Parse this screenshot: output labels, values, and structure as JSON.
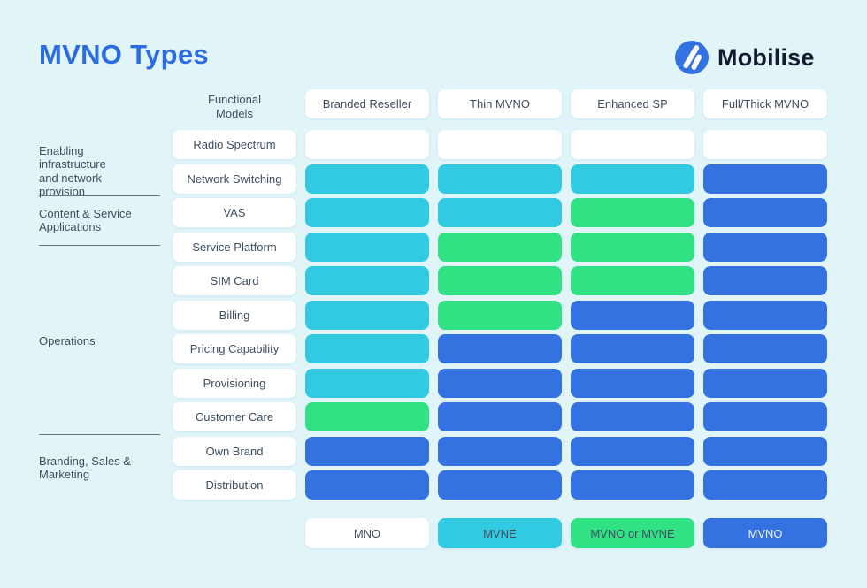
{
  "page": {
    "title": "MVNO Types"
  },
  "brand": {
    "name": "Mobilise",
    "icon": "mobilise-logo-icon"
  },
  "matrix": {
    "corner_label": "Functional\nModels",
    "columns": [
      "Branded Reseller",
      "Thin MVNO",
      "Enhanced SP",
      "Full/Thick MVNO"
    ],
    "rows": [
      {
        "label": "Radio Spectrum",
        "cells": [
          "mno",
          "mno",
          "mno",
          "mno"
        ]
      },
      {
        "label": "Network Switching",
        "cells": [
          "mvne",
          "mvne",
          "mvne",
          "mvno"
        ]
      },
      {
        "label": "VAS",
        "cells": [
          "mvne",
          "mvne",
          "mvno_or_mvne",
          "mvno"
        ]
      },
      {
        "label": "Service Platform",
        "cells": [
          "mvne",
          "mvno_or_mvne",
          "mvno_or_mvne",
          "mvno"
        ]
      },
      {
        "label": "SIM Card",
        "cells": [
          "mvne",
          "mvno_or_mvne",
          "mvno_or_mvne",
          "mvno"
        ]
      },
      {
        "label": "Billing",
        "cells": [
          "mvne",
          "mvno_or_mvne",
          "mvno",
          "mvno"
        ]
      },
      {
        "label": "Pricing Capability",
        "cells": [
          "mvne",
          "mvno",
          "mvno",
          "mvno"
        ]
      },
      {
        "label": "Provisioning",
        "cells": [
          "mvne",
          "mvno",
          "mvno",
          "mvno"
        ]
      },
      {
        "label": "Customer Care",
        "cells": [
          "mvno_or_mvne",
          "mvno",
          "mvno",
          "mvno"
        ]
      },
      {
        "label": "Own Brand",
        "cells": [
          "mvno",
          "mvno",
          "mvno",
          "mvno"
        ]
      },
      {
        "label": "Distribution",
        "cells": [
          "mvno",
          "mvno",
          "mvno",
          "mvno"
        ]
      }
    ],
    "row_groups": [
      {
        "label": "Enabling\ninfrastructure\nand network\nprovision"
      },
      {
        "label": "Content & Service\nApplications"
      },
      {
        "label": "Operations"
      },
      {
        "label": "Branding, Sales &\nMarketing"
      }
    ]
  },
  "legend": {
    "items": [
      {
        "label": "MNO",
        "key": "mno"
      },
      {
        "label": "MVNE",
        "key": "mvne"
      },
      {
        "label": "MVNO or MVNE",
        "key": "mvno_or_mvne"
      },
      {
        "label": "MVNO",
        "key": "mvno"
      }
    ]
  },
  "colors": {
    "mno": "#ffffff",
    "mvne": "#32cae2",
    "mvno_or_mvne": "#30e283",
    "mvno": "#3372e0",
    "background": "#e1f5f9",
    "accent": "#2c6ce3",
    "text_dark": "#3f4e5f",
    "logo_navy": "#141a2f"
  }
}
